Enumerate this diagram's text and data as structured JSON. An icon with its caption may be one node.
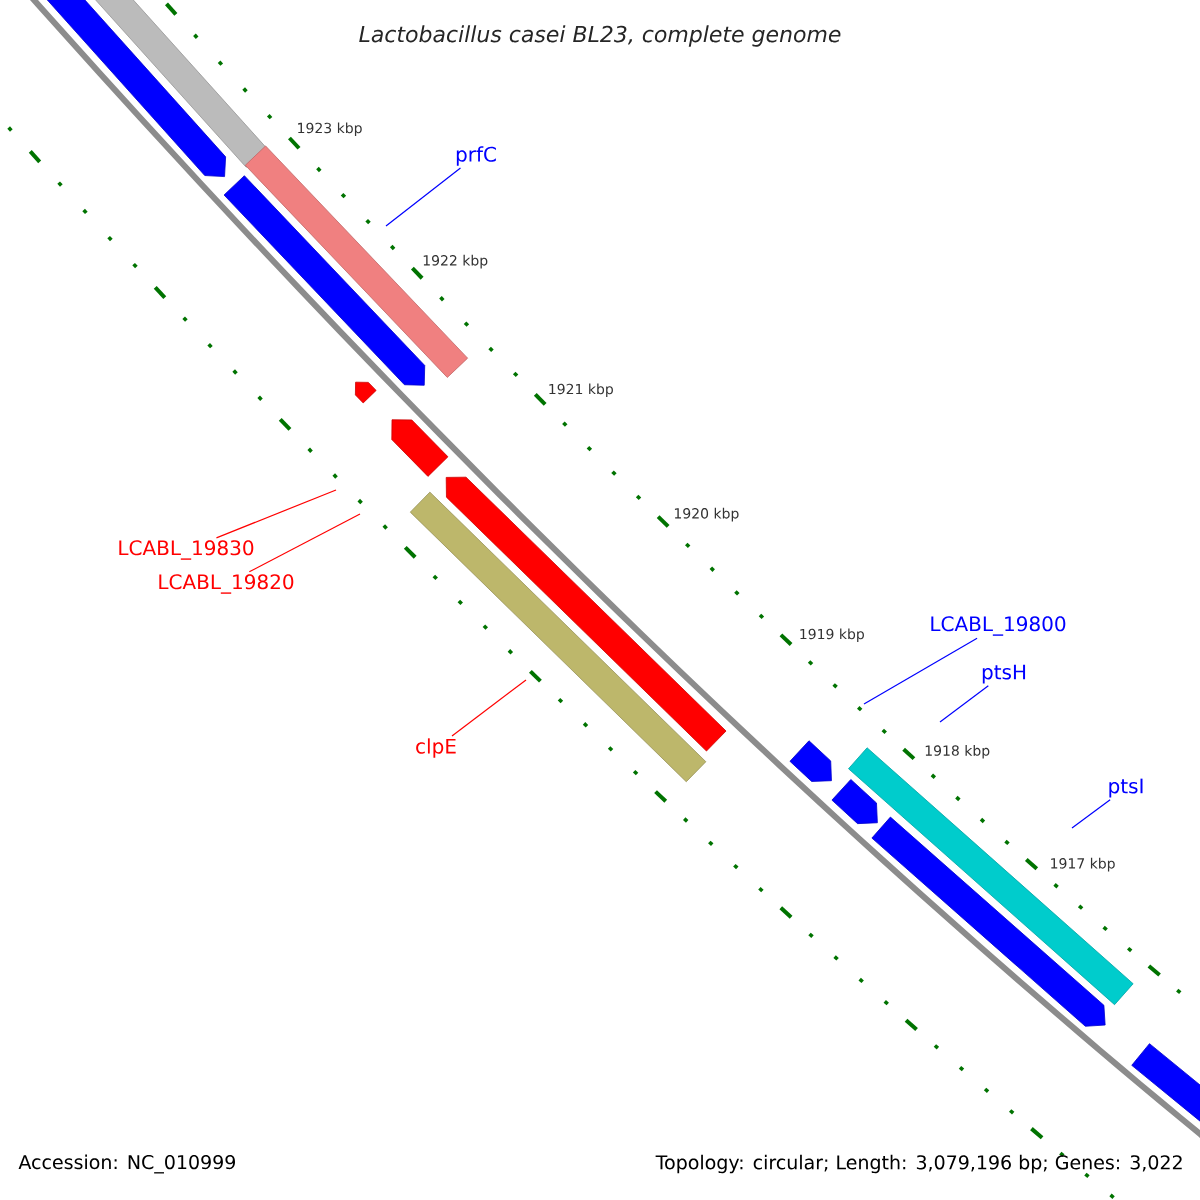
{
  "diagram": {
    "title": "Lactobacillus casei BL23, complete genome",
    "nodes": [
      {
        "text": [
          "prfC"
        ]
      },
      {
        "text": [
          "LCABL_19830"
        ]
      },
      {
        "text": [
          "LCABL_19820"
        ]
      },
      {
        "text": [
          "clpE"
        ]
      },
      {
        "text": [
          "LCABL_19800"
        ]
      },
      {
        "text": [
          "ptsH"
        ]
      },
      {
        "text": [
          "ptsI"
        ]
      }
    ],
    "edges": [
      {
        "from": 0,
        "to": null,
        "arrow": "none"
      },
      {
        "from": 1,
        "to": null,
        "arrow": "none",
        "color": "#ff0000"
      },
      {
        "from": 2,
        "to": null,
        "arrow": "none",
        "color": "#ff0000"
      },
      {
        "from": 3,
        "to": null,
        "arrow": "none",
        "color": "#ff0000"
      },
      {
        "from": 4,
        "to": null,
        "arrow": "none"
      },
      {
        "from": 5,
        "to": null,
        "arrow": "none"
      },
      {
        "from": 6,
        "to": null,
        "arrow": "none"
      }
    ],
    "labels": [
      "1923 kbp",
      "1922 kbp",
      "1921 kbp",
      "1920 kbp",
      "1919 kbp",
      "1918 kbp",
      "1917 kbp",
      "Accession: NC_010999",
      "Topology: circular; Length: 3,079,196 bp; Genes: 3,022"
    ]
  }
}
